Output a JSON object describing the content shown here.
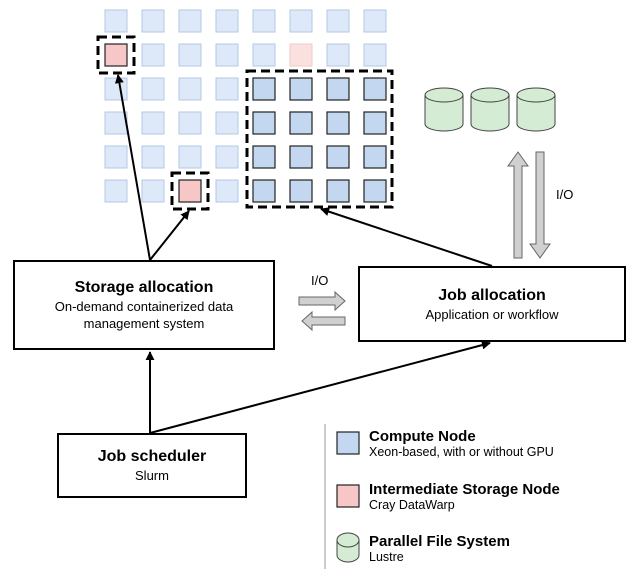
{
  "colors": {
    "compute_fill": "#dde8f8",
    "compute_fill_strong": "#c4d7f0",
    "compute_stroke": "#b3c8e6",
    "storage_fill": "#f7c6c6",
    "storage_fill_faint": "#fbe0e0",
    "pfs_fill": "#d3ecd3",
    "arrow_gray": "#d0d0d0"
  },
  "storage_allocation": {
    "title": "Storage allocation",
    "subtitle_line1": "On-demand containerized data",
    "subtitle_line2": "management system"
  },
  "job_allocation": {
    "title": "Job allocation",
    "subtitle": "Application or workflow"
  },
  "job_scheduler": {
    "title": "Job scheduler",
    "subtitle": "Slurm"
  },
  "io_label_pfs": "I/O",
  "io_label_middle": "I/O",
  "legend": {
    "items": [
      {
        "title": "Compute Node",
        "subtitle": "Xeon-based, with or without GPU",
        "icon": "compute-node-icon"
      },
      {
        "title": "Intermediate Storage Node",
        "subtitle": "Cray DataWarp",
        "icon": "storage-node-icon"
      },
      {
        "title": "Parallel File System",
        "subtitle": "Lustre",
        "icon": "cylinder-icon"
      }
    ]
  }
}
